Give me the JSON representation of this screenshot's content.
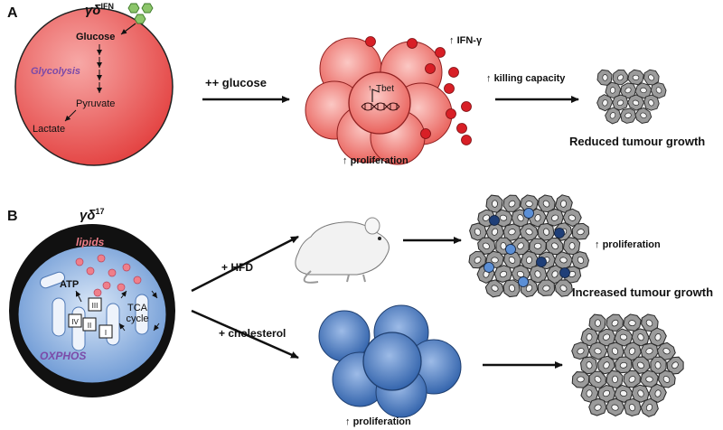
{
  "panel_a": {
    "letter": "A",
    "cell_label_base": "γδ",
    "cell_label_sup": "IFN",
    "glucose": "Glucose",
    "glycolysis": "Glycolysis",
    "pyruvate": "Pyruvate",
    "lactate": "Lactate",
    "treatment": "++ glucose",
    "tbet": "Tbet",
    "ifn": "IFN-γ",
    "killing": "killing capacity",
    "proliferation": "proliferation",
    "outcome": "Reduced tumour growth"
  },
  "panel_b": {
    "letter": "B",
    "cell_label_base": "γδ",
    "cell_label_sup": "17",
    "lipids": "lipids",
    "atp": "ATP",
    "tca_line1": "TCA",
    "tca_line2": "cycle",
    "complex_1": "I",
    "complex_2": "II",
    "complex_3": "III",
    "complex_4": "IV",
    "oxphos": "OXPHOS",
    "treatment_hfd": "+ HFD",
    "treatment_chol": "+ cholesterol",
    "proliferation_tumour": "proliferation",
    "outcome": "Increased tumour growth",
    "proliferation_cells": "proliferation"
  },
  "colors": {
    "ifn_cell": "#e8504f",
    "ifn_dots": "#d81f26",
    "lipid_droplet": "#ef7f8a",
    "mito_blue": "#6f9fd8",
    "cluster_blue": "#3569b4",
    "glucose_hex": "#8cc56a",
    "glycolysis_text": "#7b4aa8",
    "tumour_cell": "#9a9a9a"
  },
  "icons": [
    "glucose-hexagon-icon",
    "dna-helix-icon",
    "mouse-icon",
    "tumour-cluster-icon"
  ]
}
